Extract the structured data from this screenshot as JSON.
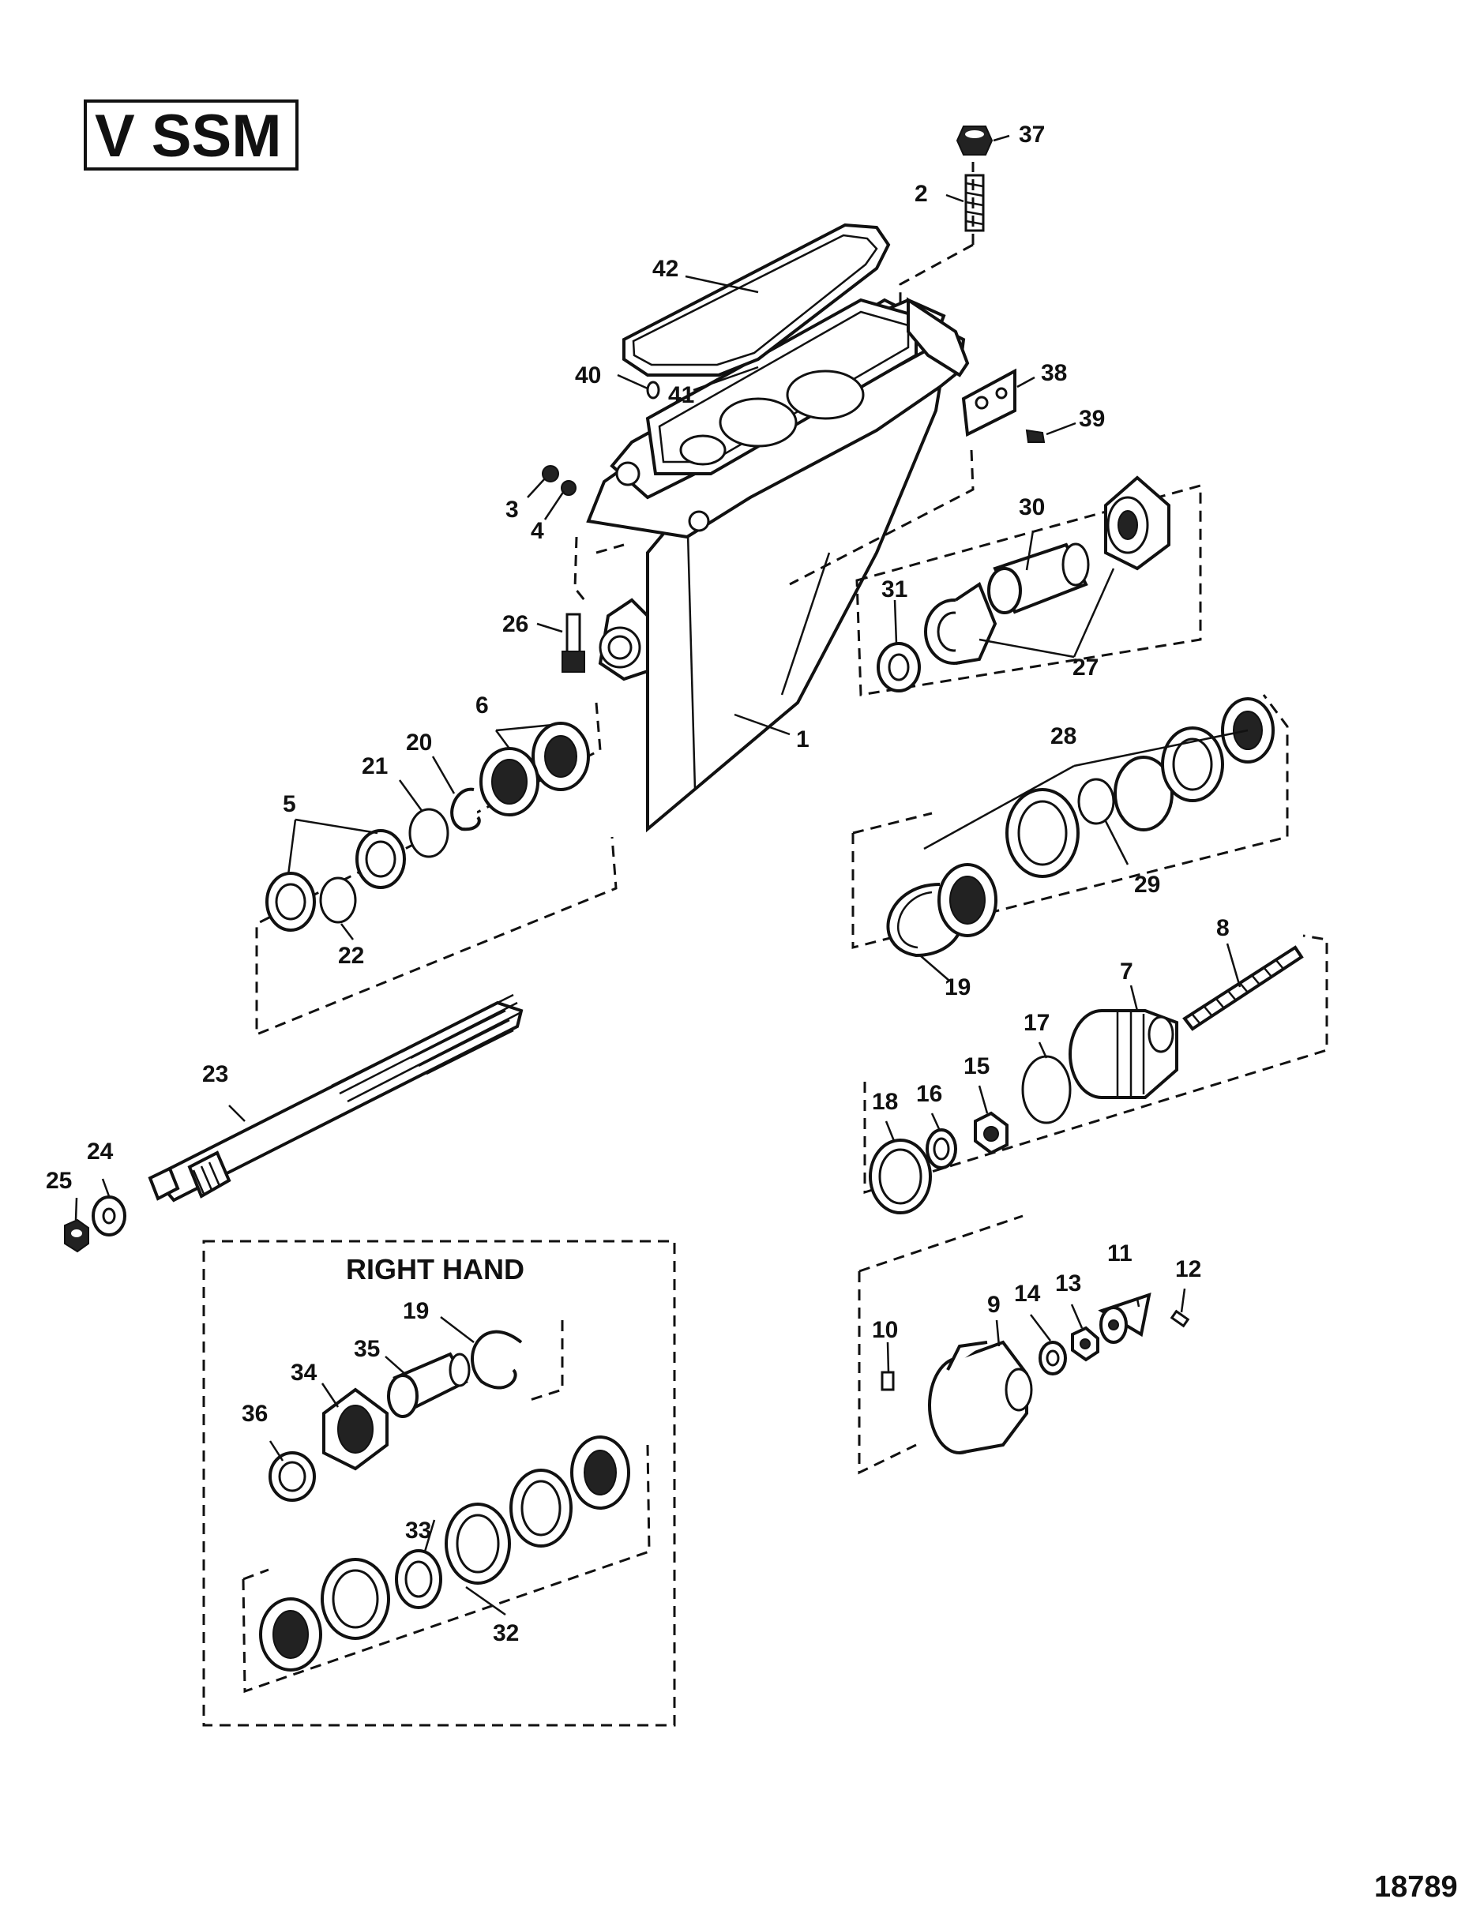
{
  "title": "V SSM",
  "figure_number": "18789",
  "right_hand_caption": "RIGHT HAND",
  "labels": {
    "n1": "1",
    "n2": "2",
    "n3": "3",
    "n4": "4",
    "n5": "5",
    "n6": "6",
    "n7": "7",
    "n8": "8",
    "n9": "9",
    "n10": "10",
    "n11": "11",
    "n12": "12",
    "n13": "13",
    "n14": "14",
    "n15": "15",
    "n16": "16",
    "n17": "17",
    "n18": "18",
    "n19a": "19",
    "n19b": "19",
    "n20": "20",
    "n21": "21",
    "n22": "22",
    "n23": "23",
    "n24": "24",
    "n25": "25",
    "n26": "26",
    "n27": "27",
    "n28": "28",
    "n29": "29",
    "n30": "30",
    "n31": "31",
    "n32": "32",
    "n33": "33",
    "n34": "34",
    "n35": "35",
    "n36": "36",
    "n37": "37",
    "n38": "38",
    "n39": "39",
    "n40": "40",
    "n41": "41",
    "n42": "42"
  }
}
